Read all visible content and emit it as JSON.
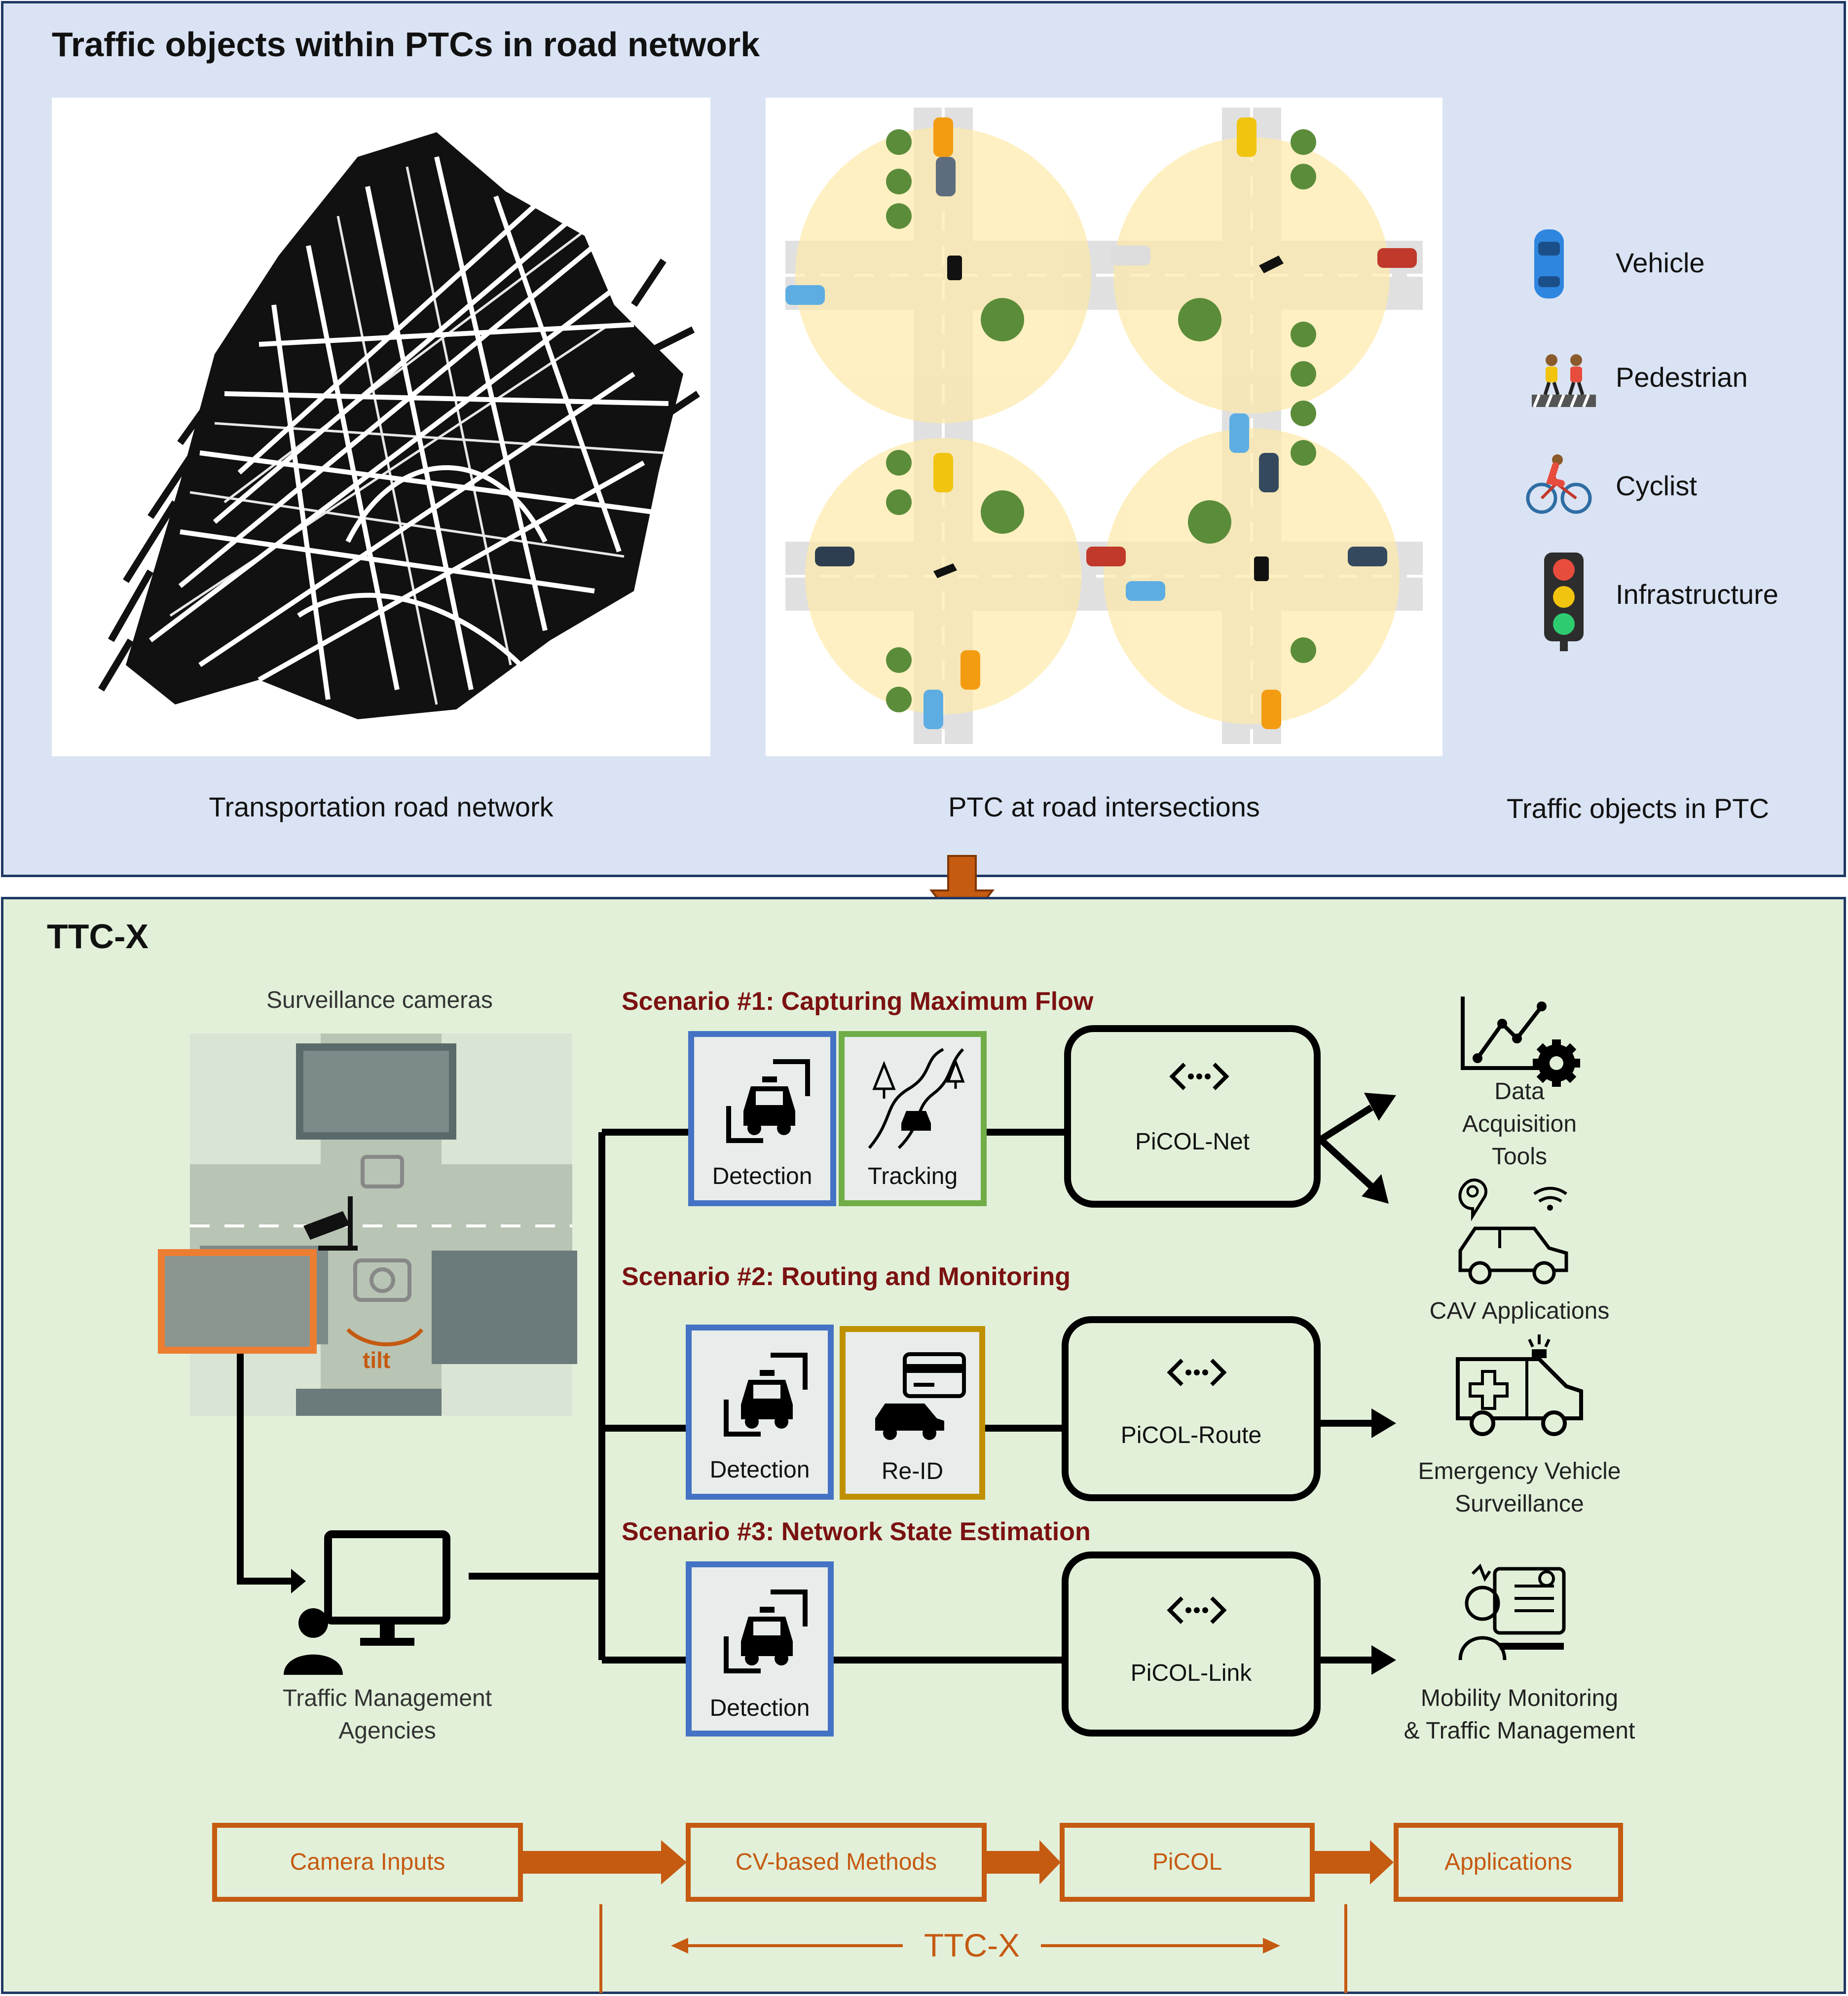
{
  "top": {
    "title": "Traffic objects within PTCs in road network",
    "captions": {
      "road_network": "Transportation road network",
      "intersections": "PTC at road intersections",
      "objects": "Traffic objects in PTC"
    },
    "legend": [
      {
        "label": "Vehicle",
        "icon": "car-icon"
      },
      {
        "label": "Pedestrian",
        "icon": "pedestrian-icon"
      },
      {
        "label": "Cyclist",
        "icon": "cyclist-icon"
      },
      {
        "label": "Infrastructure",
        "icon": "traffic-light-icon"
      }
    ]
  },
  "bottom": {
    "title": "TTC-X",
    "cameras_label": "Surveillance cameras",
    "tilt_label": "tilt",
    "agency_label_1": "Traffic Management",
    "agency_label_2": "Agencies",
    "scenarios": [
      {
        "title": "Scenario #1: Capturing Maximum Flow",
        "methods": [
          "Detection",
          "Tracking"
        ],
        "picol": "PiCOL-Net"
      },
      {
        "title": "Scenario #2: Routing and Monitoring",
        "methods": [
          "Detection",
          "Re-ID"
        ],
        "picol": "PiCOL-Route"
      },
      {
        "title": "Scenario #3: Network State Estimation",
        "methods": [
          "Detection"
        ],
        "picol": "PiCOL-Link"
      }
    ],
    "applications": {
      "data_tools": [
        "Data",
        "Acquisition",
        "Tools"
      ],
      "cav": "CAV Applications",
      "emergency": [
        "Emergency Vehicle",
        "Surveillance"
      ],
      "mobility": [
        "Mobility Monitoring",
        "& Traffic Management"
      ]
    },
    "flow": {
      "camera_inputs": "Camera Inputs",
      "cv_methods": "CV-based Methods",
      "picol": "PiCOL",
      "applications": "Applications",
      "span_label": "TTC-X"
    },
    "colors": {
      "detection": "#4472c4",
      "tracking": "#70ad47",
      "reid": "#bf9000",
      "flow": "#c55a11",
      "scenario": "#7b1111"
    }
  }
}
